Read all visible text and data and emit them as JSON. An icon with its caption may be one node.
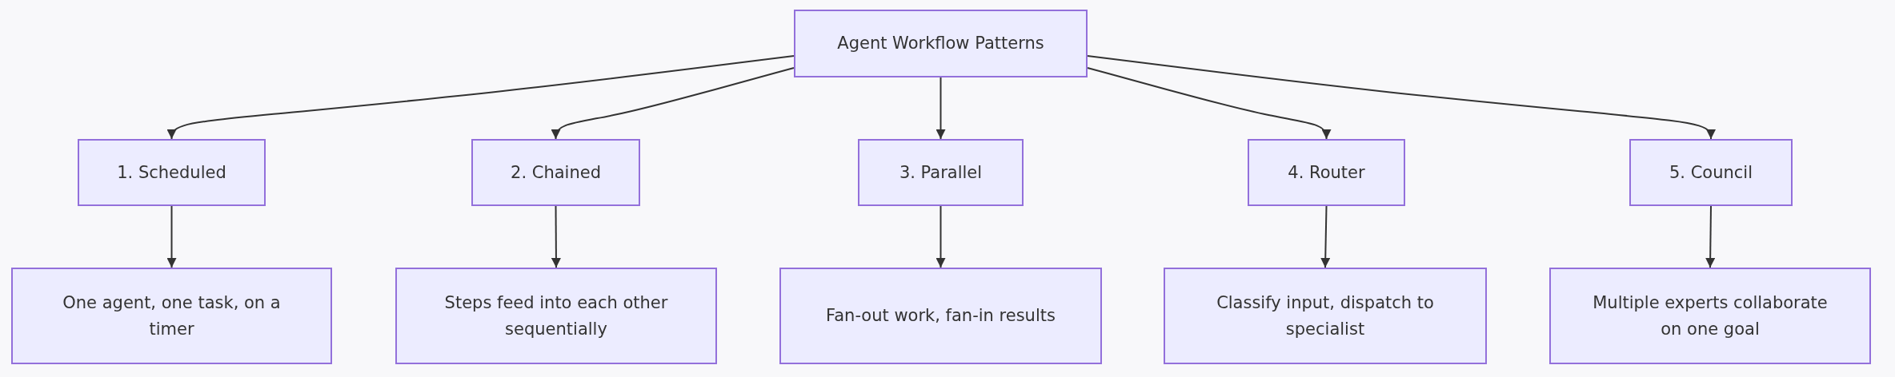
{
  "diagram": {
    "nodes": [
      {
        "text": [
          "Agent Workflow Patterns"
        ]
      },
      {
        "text": [
          "1. Scheduled"
        ]
      },
      {
        "text": [
          "2. Chained"
        ]
      },
      {
        "text": [
          "3. Parallel"
        ]
      },
      {
        "text": [
          "4. Router"
        ]
      },
      {
        "text": [
          "5. Council"
        ]
      },
      {
        "text": [
          "One agent, one task, on a timer"
        ]
      },
      {
        "text": [
          "Steps feed into each other sequentially"
        ]
      },
      {
        "text": [
          "Fan-out work, fan-in results"
        ]
      },
      {
        "text": [
          "Classify input, dispatch to specialist"
        ]
      },
      {
        "text": [
          "Multiple experts collaborate on one goal"
        ]
      }
    ],
    "edges": [
      {
        "from": 0,
        "to": 1,
        "arrow": "to"
      },
      {
        "from": 0,
        "to": 2,
        "arrow": "to"
      },
      {
        "from": 0,
        "to": 3,
        "arrow": "to"
      },
      {
        "from": 0,
        "to": 4,
        "arrow": "to"
      },
      {
        "from": 0,
        "to": 5,
        "arrow": "to"
      },
      {
        "from": 1,
        "to": 6,
        "arrow": "to"
      },
      {
        "from": 2,
        "to": 7,
        "arrow": "to"
      },
      {
        "from": 3,
        "to": 8,
        "arrow": "to"
      },
      {
        "from": 4,
        "to": 9,
        "arrow": "to"
      },
      {
        "from": 5,
        "to": 10,
        "arrow": "to"
      }
    ]
  }
}
